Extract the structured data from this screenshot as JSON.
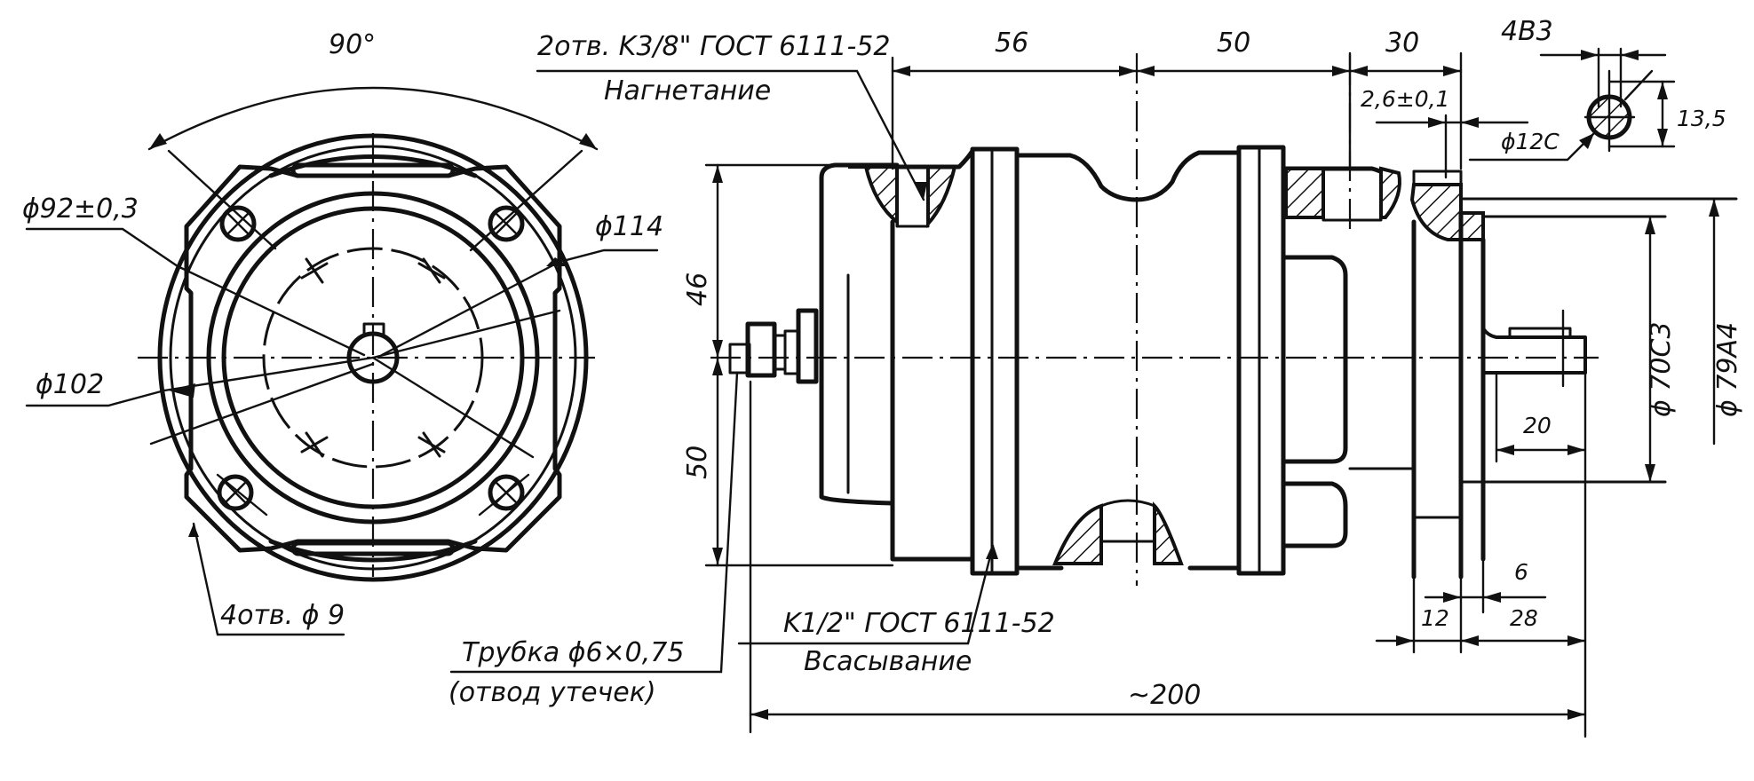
{
  "drawing": {
    "title": "Pump assembly drawing",
    "front_view": {
      "angle_label": "90°",
      "bolt_circle_label": "ϕ92±0,3",
      "outer_diameter_label": "ϕ114",
      "flange_diameter_label": "ϕ102",
      "holes_label": "4отв. ϕ 9"
    },
    "side_view": {
      "discharge_thread_label": "2отв. K3/8\" ГОСТ 6111-52",
      "discharge_caption": "Нагнетание",
      "suction_thread_label": "K1/2\" ГОСТ 6111-52",
      "suction_caption": "Всасывание",
      "tube_label": "Трубка ϕ6×0,75",
      "tube_caption": "(отвод утечек)",
      "dims": {
        "d56": "56",
        "d50_top": "50",
        "d30": "30",
        "d2_6": "2,6±0,1",
        "d46": "46",
        "d50_left": "50",
        "d20": "20",
        "d6": "6",
        "d12": "12",
        "d28": "28",
        "d200": "~200",
        "d70": "ϕ 70C3",
        "d79": "ϕ 79A4"
      }
    },
    "shaft_section": {
      "key_label": "4B3",
      "shaft_diameter_label": "ϕ12C",
      "height_label": "13,5"
    }
  }
}
